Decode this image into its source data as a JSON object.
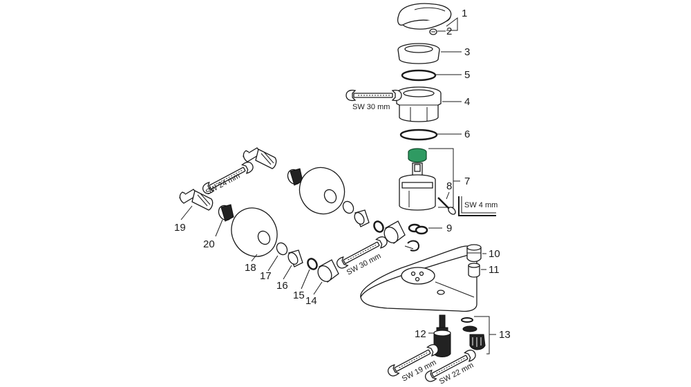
{
  "colors": {
    "line": "#1a1a1a",
    "cartridge_accent": "#2f9a62",
    "background": "#ffffff"
  },
  "part_numbers": [
    "1",
    "2",
    "3",
    "4",
    "5",
    "6",
    "7",
    "8",
    "9",
    "10",
    "11",
    "12",
    "13",
    "14",
    "15",
    "16",
    "17",
    "18",
    "19",
    "20"
  ],
  "tool_labels": {
    "sw30_top": "SW 30 mm",
    "sw24": "SW 24 mm",
    "sw4": "SW 4 mm",
    "sw30_mid": "SW 30 mm",
    "sw19": "SW 19 mm",
    "sw22": "SW 22 mm"
  },
  "icons": [
    "wrench-icon",
    "allen-key-icon"
  ]
}
